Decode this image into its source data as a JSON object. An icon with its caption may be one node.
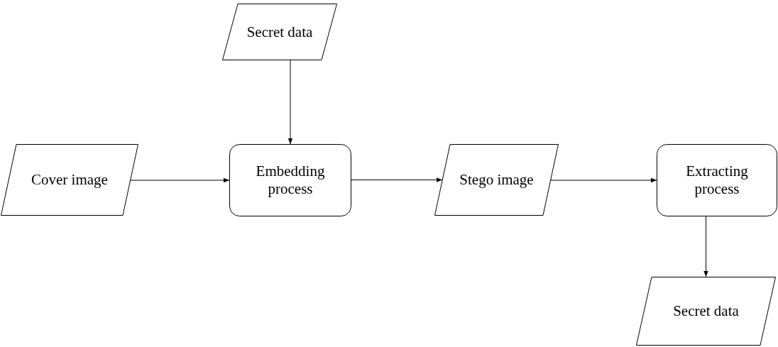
{
  "diagram": {
    "nodes": [
      {
        "text": [
          "Secret data"
        ]
      },
      {
        "text": [
          "Cover image"
        ]
      },
      {
        "text": [
          "Embedding process"
        ]
      },
      {
        "text": [
          "Stego image"
        ]
      },
      {
        "text": [
          "Extracting process"
        ]
      },
      {
        "text": [
          "Secret data"
        ]
      }
    ],
    "edges": [
      {
        "from": 0,
        "to": 2,
        "arrow": "to"
      },
      {
        "from": 1,
        "to": 2,
        "arrow": "to"
      },
      {
        "from": 2,
        "to": 3,
        "arrow": "to"
      },
      {
        "from": 3,
        "to": 4,
        "arrow": "to"
      },
      {
        "from": 4,
        "to": 5,
        "arrow": "to"
      }
    ]
  }
}
